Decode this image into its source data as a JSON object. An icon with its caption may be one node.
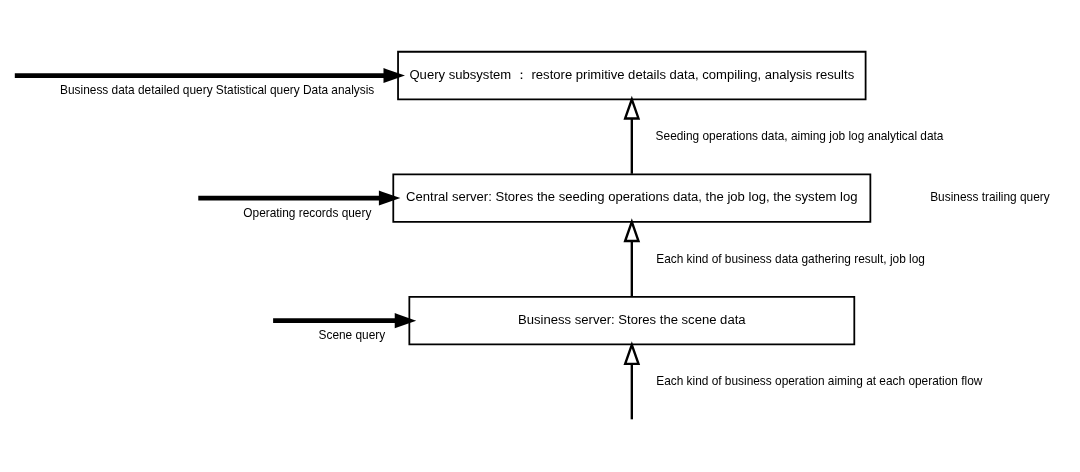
{
  "diagram": {
    "nodes": [
      {
        "text": [
          "Query subsystem ： restore primitive details data, compiling, analysis results"
        ]
      },
      {
        "text": [
          "Central server: Stores the seeding operations data, the job log, the system log"
        ]
      },
      {
        "text": [
          "Business server: Stores the scene data"
        ]
      }
    ],
    "edges": [
      {
        "from": null,
        "to": 0,
        "arrow": "to",
        "style": "thick",
        "label": "Business data detailed query Statistical query Data analysis"
      },
      {
        "from": 1,
        "to": 0,
        "arrow": "to",
        "label": "Seeding operations data, aiming job log analytical data"
      },
      {
        "from": null,
        "to": 1,
        "arrow": "to",
        "style": "thick",
        "label": "Operating records query"
      },
      {
        "from": 2,
        "to": 1,
        "arrow": "to",
        "label": "Each kind of business data gathering result, job log"
      },
      {
        "from": null,
        "to": 2,
        "arrow": "to",
        "style": "thick",
        "label": "Scene query"
      },
      {
        "from": null,
        "to": 2,
        "arrow": "to",
        "label": "Each kind of business operation aiming at each operation flow"
      }
    ],
    "labels": [
      "Business trailing query"
    ]
  }
}
